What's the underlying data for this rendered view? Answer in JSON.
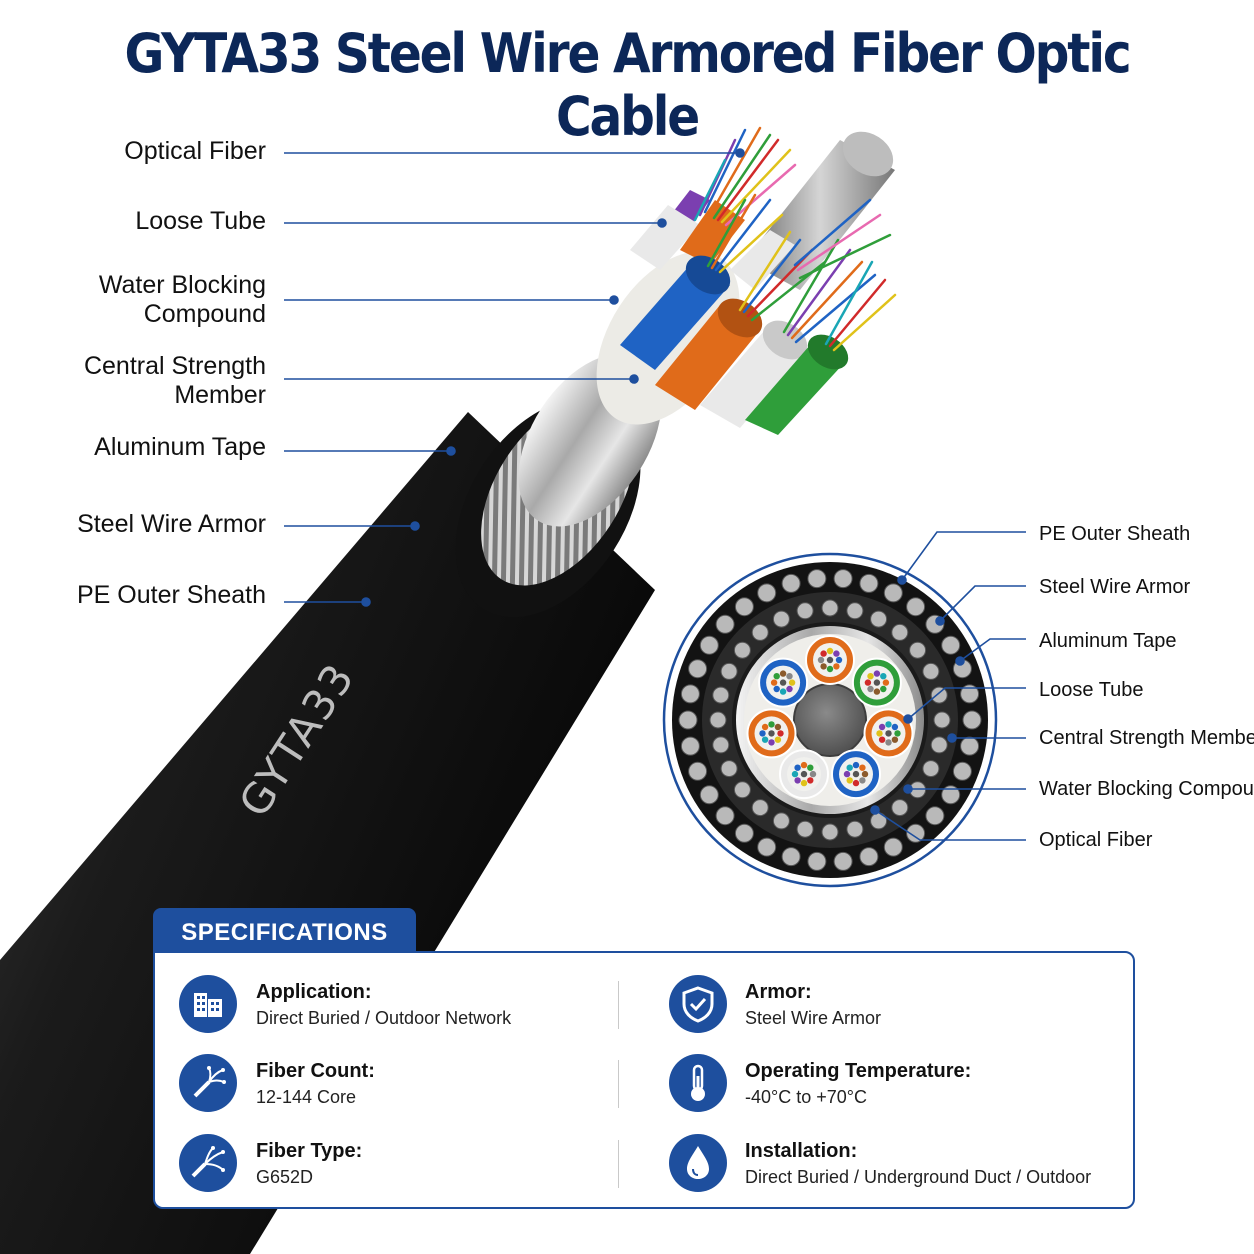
{
  "title": "GYTA33 Steel Wire Armored Fiber Optic Cable",
  "cable_print": "GYTA33",
  "left_labels": {
    "optical_fiber": "Optical Fiber",
    "loose_tube": "Loose Tube",
    "water_blocking_line1": "Water Blocking",
    "water_blocking_line2": "Compound",
    "central_strength_line1": "Central Strength",
    "central_strength_line2": "Member",
    "aluminum_tape": "Aluminum Tape",
    "steel_wire_armor": "Steel Wire Armor",
    "pe_outer_sheath": "PE Outer Sheath"
  },
  "right_labels": {
    "pe_outer_sheath": "PE Outer Sheath",
    "steel_wire_armor": "Steel Wire Armor",
    "aluminum_tape": "Aluminum Tape",
    "loose_tube": "Loose Tube",
    "central_strength_member": "Central Strength Member",
    "water_blocking_compound": "Water Blocking Compound",
    "optical_fiber": "Optical Fiber"
  },
  "specs": {
    "heading": "SPECIFICATIONS",
    "application": {
      "label": "Application:",
      "value": "Direct Buried / Outdoor Network",
      "icon": "building-icon"
    },
    "armor": {
      "label": "Armor:",
      "value": "Steel Wire Armor",
      "icon": "shield-icon"
    },
    "fiber_count": {
      "label": "Fiber Count:",
      "value": "12-144 Core",
      "icon": "fiber-bundle-icon"
    },
    "operating_temperature": {
      "label": "Operating Temperature:",
      "value": "-40°C to +70°C",
      "icon": "thermometer-icon"
    },
    "fiber_type": {
      "label": "Fiber Type:",
      "value": "G652D",
      "icon": "fiber-strands-icon"
    },
    "installation": {
      "label": "Installation:",
      "value": "Direct Buried / Underground Duct / Outdoor",
      "icon": "water-drop-icon"
    }
  },
  "colors": {
    "title": "#0c2758",
    "accent": "#1e4f9e",
    "sheath": "#151515",
    "tube_blue": "#1f63c4",
    "tube_orange": "#e06b1a",
    "tube_green": "#2f9e3a",
    "tube_white": "#e9e9e9"
  }
}
